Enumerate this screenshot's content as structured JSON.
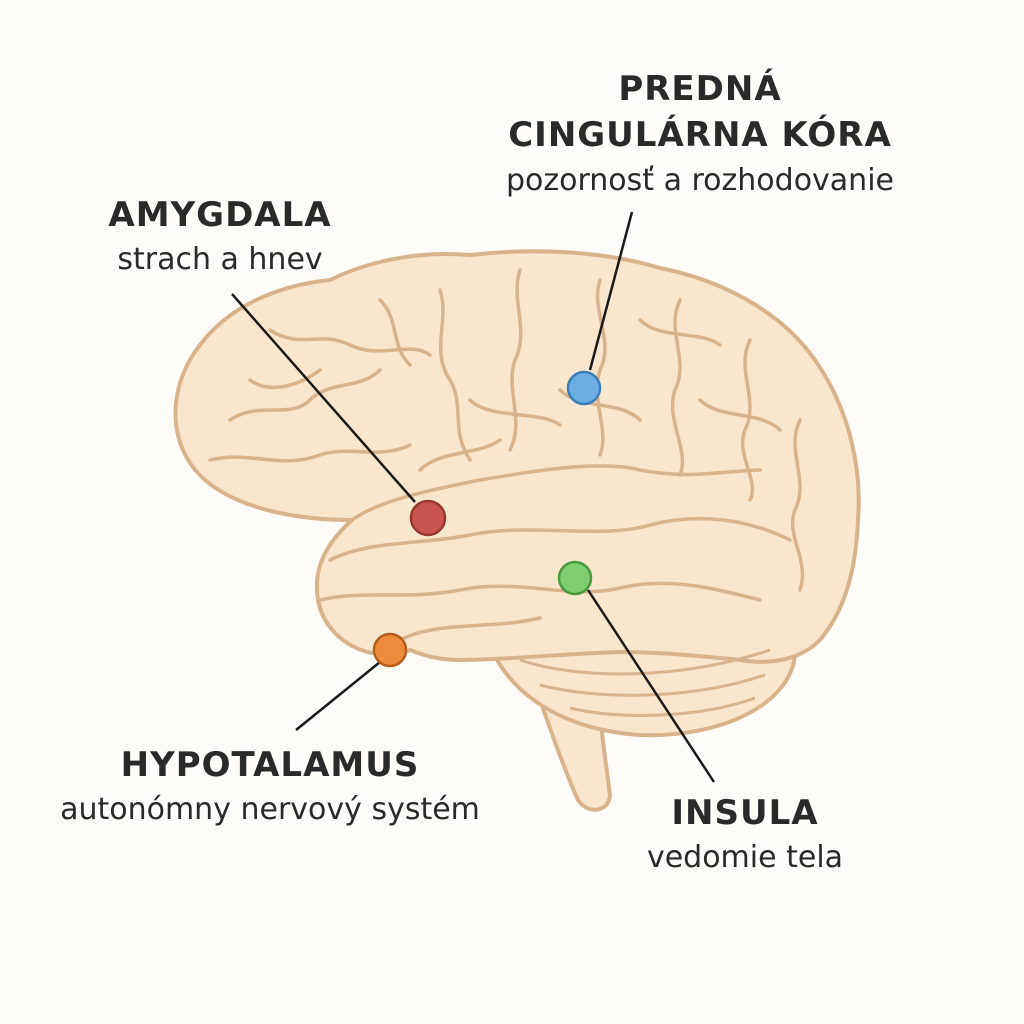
{
  "colors": {
    "background": "#fdfcf9",
    "brain_fill": "#f8e6cf",
    "brain_stroke": "#d8b48e",
    "acc": "#6aaee3",
    "amygdala": "#c95550",
    "insula": "#7fcf6f",
    "hypothalamus": "#ee8b3c",
    "leader_line": "#1a1a1a"
  },
  "regions": {
    "acc": {
      "title_line1": "PREDNÁ",
      "title_line2": "CINGULÁRNA KÓRA",
      "subtitle": "pozornosť a rozhodovanie",
      "marker_color": "blue"
    },
    "amygdala": {
      "title": "AMYGDALA",
      "subtitle": "strach a hnev",
      "marker_color": "red"
    },
    "hypothalamus": {
      "title": "HYPOTALAMUS",
      "subtitle": "autonómny nervový systém",
      "marker_color": "orange"
    },
    "insula": {
      "title": "INSULA",
      "subtitle": "vedomie tela",
      "marker_color": "green"
    }
  }
}
